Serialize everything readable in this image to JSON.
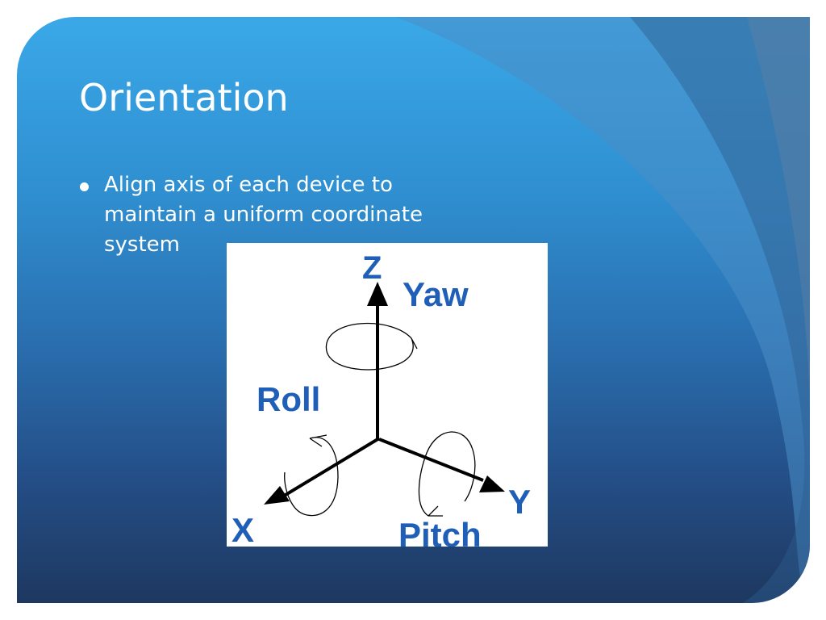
{
  "slide": {
    "title": "Orientation",
    "bullets": [
      "Align axis of each device to maintain a uniform coordinate system"
    ]
  },
  "diagram": {
    "axes": [
      {
        "id": "z",
        "label": "Z",
        "rotation": "Yaw"
      },
      {
        "id": "x",
        "label": "X",
        "rotation": "Roll"
      },
      {
        "id": "y",
        "label": "Y",
        "rotation": "Pitch"
      }
    ]
  },
  "colors": {
    "slide_top": "#3aa8e8",
    "slide_bottom": "#1e3860",
    "text": "#ffffff",
    "diagram_label": "#1f5fb8",
    "diagram_background": "#ffffff",
    "axis_line": "#000000"
  }
}
